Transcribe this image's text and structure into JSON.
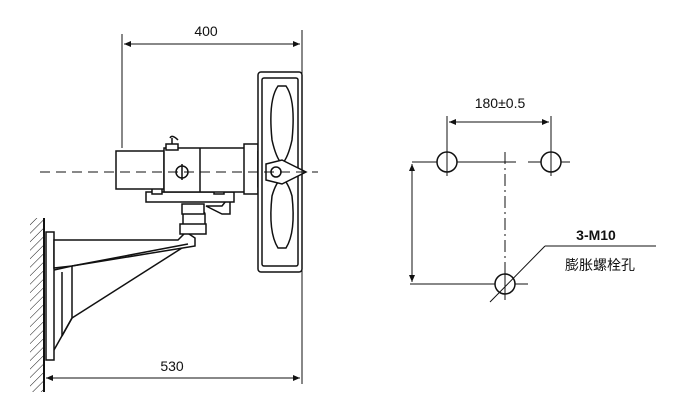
{
  "dimensions": {
    "overall_height": "400",
    "overall_depth": "530",
    "hole_spacing": "180±0.5"
  },
  "holes": {
    "count_spec": "3-M10",
    "note": "膨胀螺栓孔"
  }
}
